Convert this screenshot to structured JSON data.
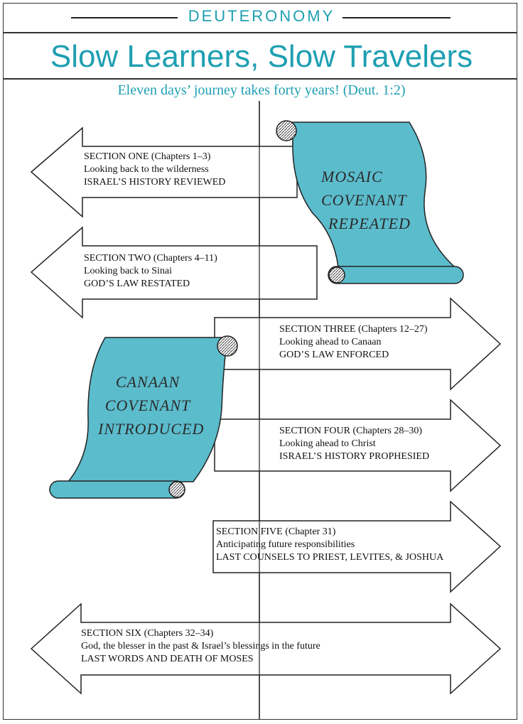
{
  "header": {
    "book": "DEUTERONOMY",
    "title": "Slow Learners, Slow Travelers",
    "subtitle": "Eleven days’ journey takes forty years! (Deut. 1:2)"
  },
  "sections": [
    {
      "heading": "SECTION ONE (Chapters 1–3)",
      "line1": "Looking back to the wilderness",
      "line2": "ISRAEL’S HISTORY REVIEWED",
      "direction": "left"
    },
    {
      "heading": "SECTION TWO (Chapters 4–11)",
      "line1": "Looking back to Sinai",
      "line2": "GOD’S LAW RESTATED",
      "direction": "left"
    },
    {
      "heading": "SECTION THREE (Chapters 12–27)",
      "line1": "Looking ahead to Canaan",
      "line2": "GOD’S LAW ENFORCED",
      "direction": "right"
    },
    {
      "heading": "SECTION FOUR (Chapters 28–30)",
      "line1": "Looking ahead to Christ",
      "line2": "ISRAEL’S HISTORY PROPHESIED",
      "direction": "right"
    },
    {
      "heading": "SECTION FIVE (Chapter 31)",
      "line1": "Anticipating future responsibilities",
      "line2": "LAST COUNSELS TO PRIEST, LEVITES, & JOSHUA",
      "direction": "right"
    },
    {
      "heading": "SECTION SIX (Chapters 32–34)",
      "line1": "God, the blesser in the past & Israel’s blessings in the future",
      "line2": "LAST WORDS AND DEATH OF MOSES",
      "direction": "both"
    }
  ],
  "scrolls": [
    {
      "lines": [
        "MOSAIC",
        "COVENANT",
        "REPEATED"
      ]
    },
    {
      "lines": [
        "CANAAN",
        "COVENANT",
        "INTRODUCED"
      ]
    }
  ],
  "colors": {
    "accent": "#1e9fb2",
    "scroll_fill": "#5bbccc",
    "outline": "#222222"
  }
}
